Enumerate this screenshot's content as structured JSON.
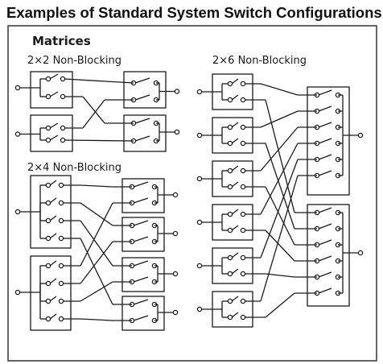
{
  "title": "Examples of Standard System Switch Configurations",
  "section_heading": "Matrices",
  "matrices": [
    {
      "label": "2×2 Non-Blocking",
      "inputs": 2,
      "outputs": 2
    },
    {
      "label": "2×4 Non-Blocking",
      "inputs": 2,
      "outputs": 4
    },
    {
      "label": "2×6 Non-Blocking",
      "inputs": 6,
      "outputs": 2
    }
  ],
  "colors": {
    "line": "#1a1a1a",
    "frame": "#333333",
    "background": "#ffffff"
  }
}
